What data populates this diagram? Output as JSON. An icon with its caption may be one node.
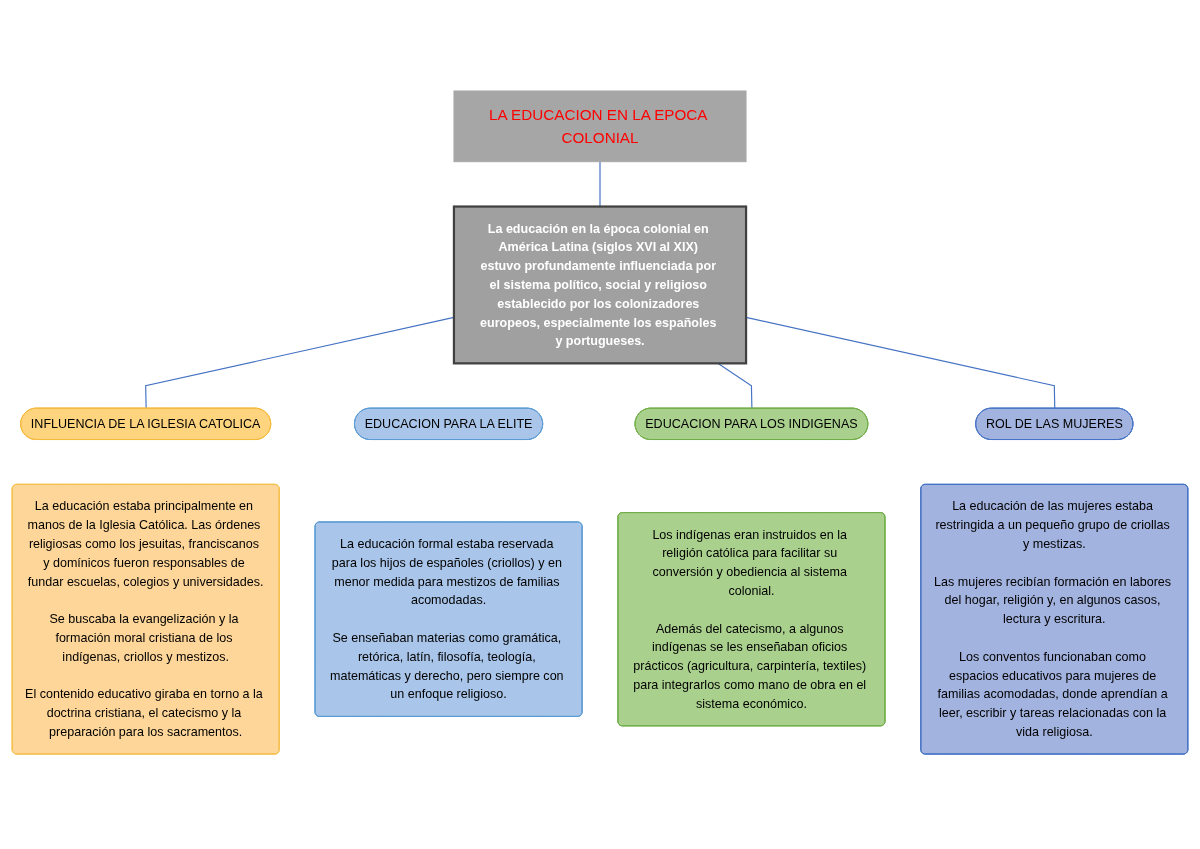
{
  "diagram": {
    "nodes": [
      {
        "text": [
          "LA EDUCACION EN LA EPOCA COLONIAL"
        ]
      },
      {
        "text": [
          "La educación en la época colonial en América Latina (siglos XVI al XIX) estuvo profundamente influenciada por el sistema político, social y religioso establecido por los colonizadores europeos, especialmente los españoles y portugueses."
        ]
      },
      {
        "text": [
          "INFLUENCIA DE LA IGLESIA CATOLICA"
        ]
      },
      {
        "text": [
          "EDUCACION PARA LA ELITE"
        ]
      },
      {
        "text": [
          "EDUCACION PARA LOS INDIGENAS"
        ]
      },
      {
        "text": [
          "ROL DE LAS MUJERES"
        ]
      },
      {
        "text": [
          "La educación estaba principalmente en manos de la Iglesia Católica. Las órdenes religiosas como los jesuitas, franciscanos y domínicos fueron responsables de fundar escuelas, colegios y universidades.",
          "Se buscaba la evangelización y la formación moral cristiana de los indígenas, criollos y mestizos.",
          "El contenido educativo giraba en torno a la doctrina cristiana, el catecismo y la preparación para los sacramentos."
        ]
      },
      {
        "text": [
          "La educación formal estaba reservada para los hijos de españoles (criollos) y en menor medida para mestizos de familias acomodadas.",
          "Se enseñaban materias como gramática, retórica, latín, filosofía, teología, matemáticas y derecho, pero siempre con un enfoque religioso."
        ]
      },
      {
        "text": [
          "Los indígenas eran instruidos en la religión católica para facilitar su conversión y obediencia al sistema colonial.",
          "Además del catecismo, a algunos indígenas se les enseñaban oficios prácticos (agricultura, carpintería, textiles) para integrarlos como mano de obra en el sistema económico."
        ]
      },
      {
        "text": [
          "La educación de las mujeres estaba restringida a un pequeño grupo de criollas y mestizas.",
          "Las mujeres recibían formación en labores del hogar, religión y, en algunos casos, lectura y escritura.",
          "Los conventos funcionaban como espacios educativos para mujeres de familias acomodadas, donde aprendían a leer, escribir y tareas relacionadas con la vida religiosa."
        ]
      }
    ],
    "edges": [
      {
        "from": 0,
        "to": 1,
        "arrow": "none"
      },
      {
        "from": 1,
        "to": 2,
        "arrow": "none"
      },
      {
        "from": 1,
        "to": 4,
        "arrow": "none"
      },
      {
        "from": 1,
        "to": 5,
        "arrow": "none"
      }
    ]
  }
}
